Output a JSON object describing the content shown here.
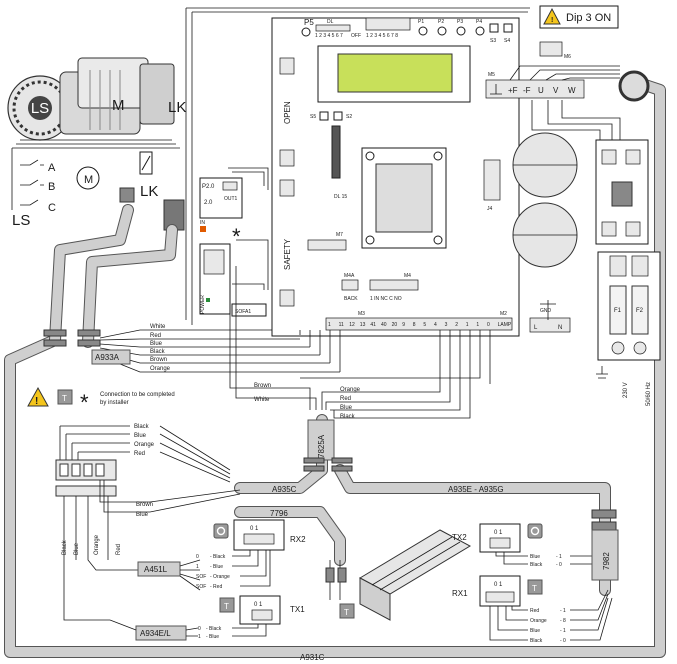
{
  "warning": {
    "dip_label": "Dip 3 ON"
  },
  "board": {
    "open_label": "OPEN",
    "safety_label": "SAFETY",
    "p2_label": "P2.0",
    "p2_val": "2.0",
    "out_label": "OUT1",
    "in_label": "IN",
    "power_label": "POWER",
    "sofa_label": "SOFA1",
    "labels": {
      "p5": "P5",
      "dl": "DL",
      "p1": "P1",
      "p2": "P2",
      "p3": "P3",
      "p4": "P4",
      "s3": "S3",
      "s4": "S4",
      "m5": "M5",
      "m6": "M6",
      "s5": "S5",
      "s2": "S2",
      "dl15": "DL 15",
      "j4": "J4",
      "m7": "M7",
      "m4a": "M4A",
      "m4": "M4",
      "m3": "M3",
      "m2": "M2",
      "back": "BACK",
      "m4_pins": "1  IN NC C NO",
      "gnd": "GND",
      "l": "L",
      "n": "N",
      "off": "OFF",
      "dip_nums_a": "1 2 3 4 5 6 7",
      "dip_nums_b": "1 2 3 4 5 6 7 8"
    },
    "m5_terms": [
      "+F",
      "-F",
      "U",
      "V",
      "W"
    ],
    "m3_terms": [
      "1",
      "11",
      "12",
      "13",
      "41",
      "40",
      "20",
      "9",
      "8",
      "5",
      "4",
      "3",
      "2",
      "1",
      "1",
      "0",
      "LAMP"
    ]
  },
  "motor": {
    "ls": "LS",
    "m": "M",
    "lk": "LK"
  },
  "schematic": {
    "a": "A",
    "b": "B",
    "c": "C",
    "ls": "LS",
    "m": "M",
    "lk": "LK"
  },
  "power": {
    "f1": "F1",
    "f2": "F2",
    "v230": "230 V",
    "hz": "50/60 Hz"
  },
  "cables": {
    "a933a": "A933A",
    "a935c": "A935C",
    "a935e": "A935E - A935G",
    "c7796": "7796",
    "c7825a": "7825A",
    "c7982": "7982",
    "a451l": "A451L",
    "a934el": "A934E/L",
    "a931c": "A931C"
  },
  "wires_a933a": [
    "White",
    "Red",
    "Blue",
    "Black",
    "Brown",
    "Orange"
  ],
  "wires_brown_white": [
    "Brown",
    "White"
  ],
  "wires_7825a": [
    "Orange",
    "Red",
    "Blue",
    "Black"
  ],
  "wires_left": [
    "Black",
    "Blue",
    "Orange",
    "Red"
  ],
  "wires_7796": [
    "Brown",
    "Blue"
  ],
  "vertical_wires": [
    "Black",
    "Blue",
    "Orange",
    "Red"
  ],
  "note": {
    "t_badge": "T",
    "asterisk": "*",
    "text1": "Connection to be completed",
    "text2": "by installer"
  },
  "rx2": {
    "label": "RX2",
    "badge": "O",
    "pins": "0 1",
    "rows": [
      {
        "num": "0",
        "color": "Black"
      },
      {
        "num": "1",
        "color": "Blue"
      },
      {
        "num": "SOF",
        "color": "Orange"
      },
      {
        "num": "SOF",
        "color": "Red"
      }
    ]
  },
  "tx1": {
    "label": "TX1",
    "badge": "T",
    "pins": "0 1",
    "rows": [
      {
        "num": "0",
        "color": "Black"
      },
      {
        "num": "1",
        "color": "Blue"
      }
    ]
  },
  "tx2": {
    "label": "TX2",
    "badge": "O",
    "pins": "0 1",
    "rows": [
      {
        "color": "Blue",
        "num": "1"
      },
      {
        "color": "Black",
        "num": "0"
      }
    ]
  },
  "rx1": {
    "label": "RX1",
    "badge": "T",
    "pins": "0 1",
    "rows": [
      {
        "color": "Red",
        "num": "1"
      },
      {
        "color": "Orange",
        "num": "8"
      },
      {
        "color": "Blue",
        "num": "1"
      },
      {
        "color": "Black",
        "num": "0"
      }
    ]
  },
  "edge_badge": "T"
}
